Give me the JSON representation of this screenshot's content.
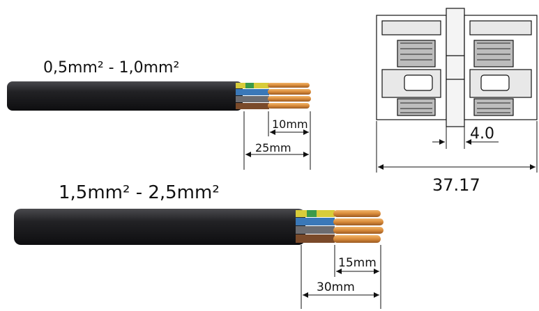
{
  "cable_small": {
    "label": "0,5mm² - 1,0mm²",
    "strip_short": "10mm",
    "strip_long": "25mm"
  },
  "cable_large": {
    "label": "1,5mm² - 2,5mm²",
    "strip_short": "15mm",
    "strip_long": "30mm"
  },
  "connector": {
    "gap_dim": "4.0",
    "total_length_dim": "37.17"
  },
  "colors": {
    "jacket": "#1c1c1e",
    "copper": "#d98b3a",
    "blue_wire": "#3a78b8",
    "brown_wire": "#7a4a2a",
    "ground_yellow": "#d8cc3a",
    "ground_green": "#3b9a4a"
  }
}
